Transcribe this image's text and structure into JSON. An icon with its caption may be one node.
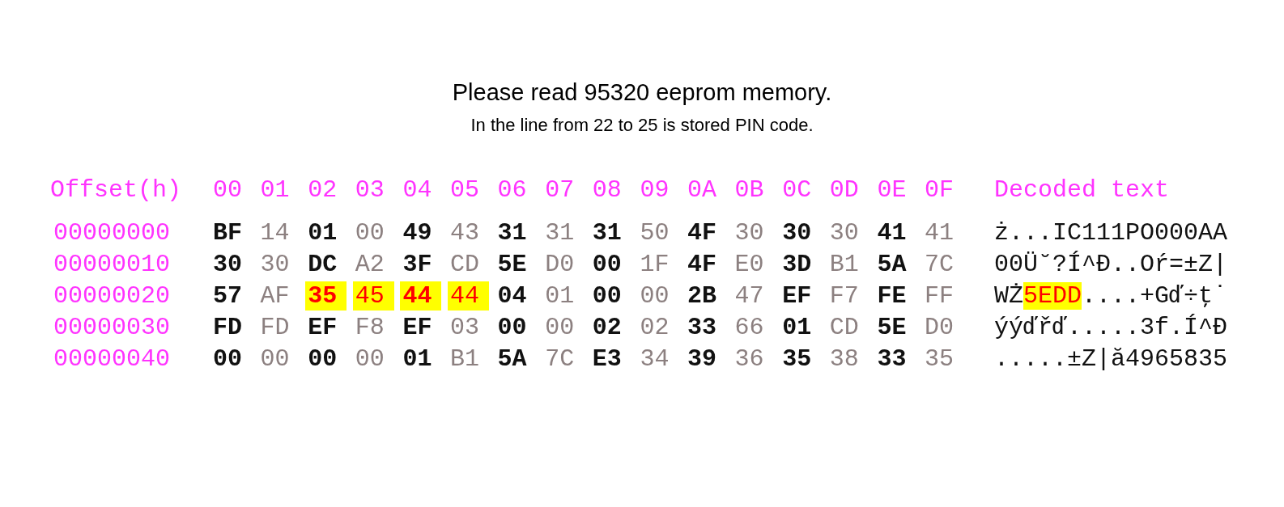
{
  "diagram": {
    "title": "Please read 95320 eeprom memory.",
    "labels": [
      "In the line from 22 to 25 is stored PIN code.",
      "Offset(h)",
      "00",
      "01",
      "02",
      "03",
      "04",
      "05",
      "06",
      "07",
      "08",
      "09",
      "0A",
      "0B",
      "0C",
      "0D",
      "0E",
      "0F",
      "Decoded text",
      "00000000",
      "BF",
      "14",
      "01",
      "00",
      "49",
      "43",
      "31",
      "31",
      "31",
      "50",
      "4F",
      "30",
      "30",
      "30",
      "41",
      "41",
      "ż...IC111PO000AA",
      "00000010",
      "30",
      "30",
      "DC",
      "A2",
      "3F",
      "CD",
      "5E",
      "D0",
      "00",
      "1F",
      "4F",
      "E0",
      "3D",
      "B1",
      "5A",
      "7C",
      "00Ü˘?Í^Đ..Oŕ=±Z|",
      "00000020",
      "57",
      "AF",
      "35",
      "45",
      "44",
      "44",
      "04",
      "01",
      "00",
      "00",
      "2B",
      "47",
      "EF",
      "F7",
      "FE",
      "FF",
      "WŻ5EDD....+Gď÷ţ˙",
      "00000030",
      "FD",
      "FD",
      "EF",
      "F8",
      "EF",
      "03",
      "00",
      "00",
      "02",
      "02",
      "33",
      "66",
      "01",
      "CD",
      "5E",
      "D0",
      "ýýďřď.....3f.Í^Đ",
      "00000040",
      "00",
      "00",
      "00",
      "00",
      "01",
      "B1",
      "5A",
      "7C",
      "E3",
      "34",
      "39",
      "36",
      "35",
      "38",
      "33",
      "35",
      ".....±Z|ă4965835"
    ]
  }
}
